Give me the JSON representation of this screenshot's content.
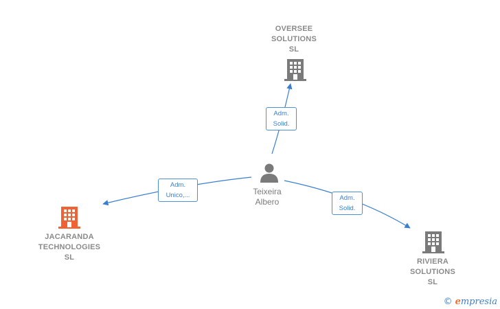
{
  "colors": {
    "edge": "#3a7fcf",
    "building_default": "#7a7a7a",
    "building_highlight": "#f06233",
    "person": "#7a7a7a"
  },
  "nodes": {
    "oversee": {
      "lines": [
        "OVERSEE",
        "SOLUTIONS",
        "SL"
      ],
      "icon": "building-icon"
    },
    "jacaranda": {
      "lines": [
        "JACARANDA",
        "TECHNOLOGIES",
        "SL"
      ],
      "icon": "building-icon",
      "highlight": true
    },
    "riviera": {
      "lines": [
        "RIVIERA",
        "SOLUTIONS",
        "SL"
      ],
      "icon": "building-icon"
    },
    "teixeira": {
      "lines": [
        "Teixeira",
        "Albero"
      ],
      "icon": "person-icon"
    }
  },
  "edges": {
    "to_oversee": {
      "lines": [
        "Adm.",
        "Solid."
      ]
    },
    "to_jacaranda": {
      "lines": [
        "Adm.",
        "Unico,..."
      ]
    },
    "to_riviera": {
      "lines": [
        "Adm.",
        "Solid."
      ]
    }
  },
  "watermark": {
    "symbol": "©",
    "brand_first": "e",
    "brand_rest": "mpresia"
  }
}
